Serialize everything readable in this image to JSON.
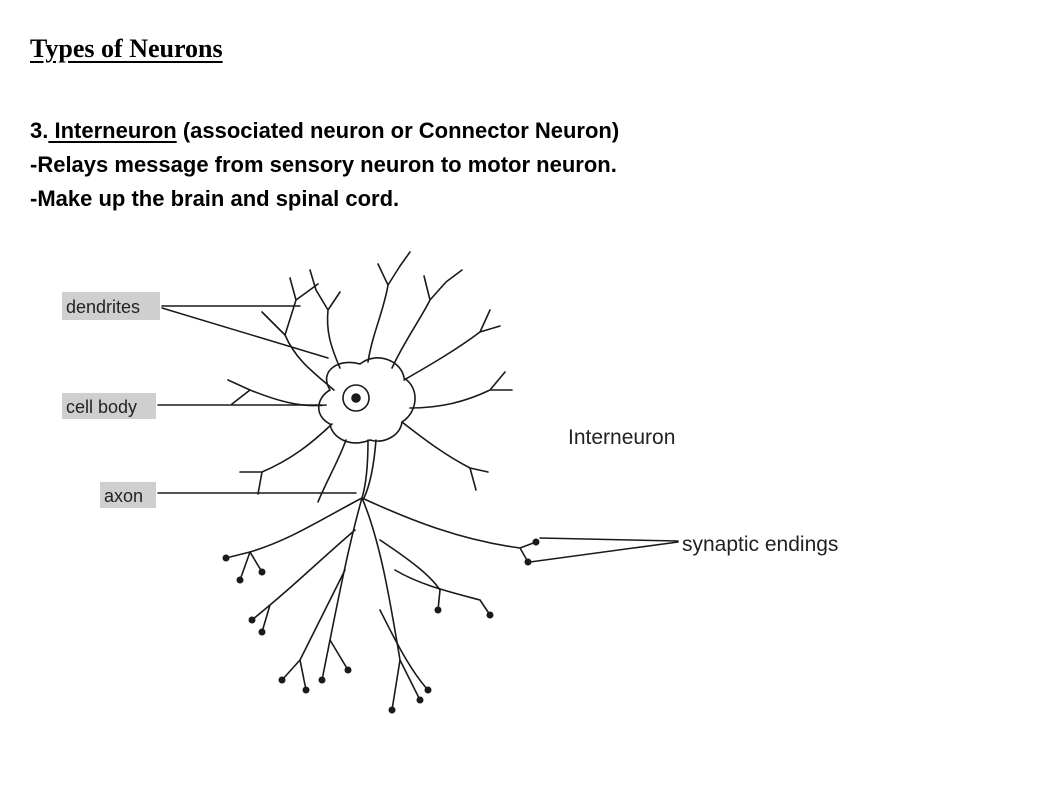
{
  "slide": {
    "title": "Types of Neurons",
    "heading_number": "3.",
    "heading_term": " Interneuron",
    "heading_rest": " (associated neuron or Connector Neuron)",
    "point_1": "-Relays message from sensory neuron to motor neuron.",
    "point_2": "-Make up the brain and spinal cord."
  },
  "diagram": {
    "labels": {
      "dendrites": "dendrites",
      "cell_body": "cell body",
      "axon": "axon",
      "neuron_name": "Interneuron",
      "synaptic_endings": "synaptic endings"
    }
  }
}
